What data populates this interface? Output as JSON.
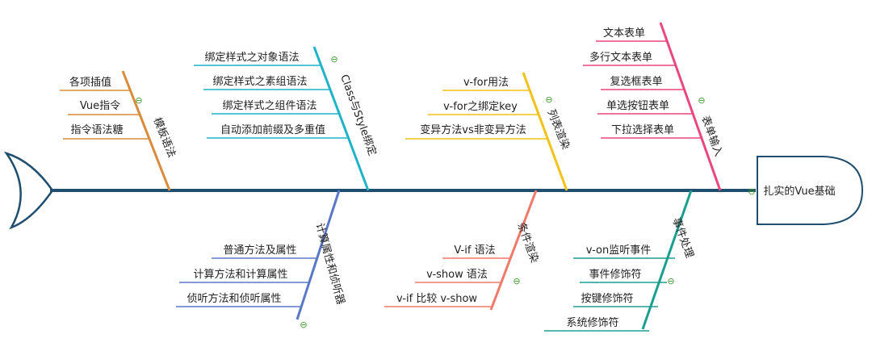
{
  "head": {
    "label": "扎实的Vue基础"
  },
  "collapse_symbol": "⊖",
  "colors": {
    "spine": "#1f4e6e",
    "orange": "#d98b3a",
    "cyan": "#1fb3c9",
    "yellow": "#f2c21a",
    "pink": "#e8477f",
    "blue": "#5a78c8",
    "salmon": "#f07a6a",
    "teal": "#1a9f8f",
    "collapse": "#3a9a2a"
  },
  "branches": [
    {
      "label": "模板语法",
      "color": "orange",
      "items": [
        "各项插值",
        "Vue指令",
        "指令语法糖"
      ]
    },
    {
      "label": "Class与Style绑定",
      "color": "cyan",
      "items": [
        "绑定样式之对象语法",
        "绑定样式之素组语法",
        "绑定样式之组件语法",
        "自动添加前缀及多重值"
      ]
    },
    {
      "label": "列表渲染",
      "color": "yellow",
      "items": [
        "v-for用法",
        "v-for之绑定key",
        "变异方法vs非变异方法"
      ]
    },
    {
      "label": "表单输入",
      "color": "pink",
      "items": [
        "文本表单",
        "多行文本表单",
        "复选框表单",
        "单选按钮表单",
        "下拉选择表单"
      ]
    },
    {
      "label": "计算属性和侦听器",
      "color": "blue",
      "items": [
        "普通方法及属性",
        "计算方法和计算属性",
        "侦听方法和侦听属性"
      ]
    },
    {
      "label": "条件渲染",
      "color": "salmon",
      "items": [
        "V-if 语法",
        "v-show 语法",
        "v-if 比较 v-show"
      ]
    },
    {
      "label": "事件处理",
      "color": "teal",
      "items": [
        "v-on监听事件",
        "事件修饰符",
        "按键修饰符",
        "系统修饰符"
      ]
    }
  ]
}
